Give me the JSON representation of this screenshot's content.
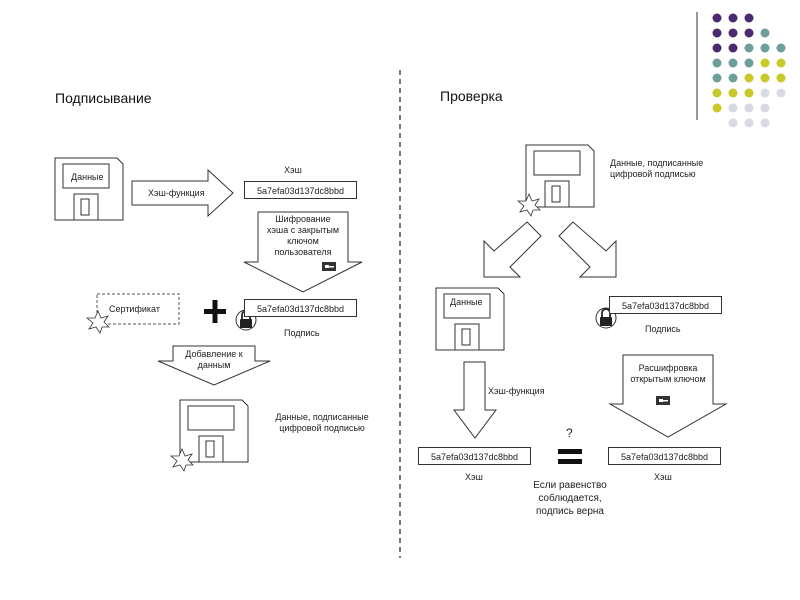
{
  "sections": {
    "signing_title": "Подписывание",
    "verify_title": "Проверка"
  },
  "signing": {
    "data_label": "Данные",
    "hash_function_label": "Хэш-функция",
    "hash_title": "Хэш",
    "hash_value": "5a7efa03d137dc8bbd",
    "encrypt_label_lines": [
      "Шифрование",
      "хэша с закрытым",
      "ключом",
      "пользователя"
    ],
    "certificate_label": "Сертификат",
    "signature_value": "5a7efa03d137dc8bbd",
    "signature_label": "Подпись",
    "append_label_lines": [
      "Добавление к",
      "данным"
    ],
    "signed_data_lines": [
      "Данные, подписанные",
      "цифровой подписью"
    ]
  },
  "verify": {
    "signed_data_lines": [
      "Данные, подписанные",
      "цифровой подписью"
    ],
    "data_label": "Данные",
    "signature_value": "5a7efa03d137dc8bbd",
    "signature_label": "Подпись",
    "hash_function_label": "Хэш-функция",
    "decrypt_label_lines": [
      "Расшифровка",
      "открытым ключом"
    ],
    "question_mark": "?",
    "left_hash_value": "5a7efa03d137dc8bbd",
    "left_hash_label": "Хэш",
    "right_hash_value": "5a7efa03d137dc8bbd",
    "right_hash_label": "Хэш",
    "conclusion_lines": [
      "Если равенство",
      "соблюдается,",
      "подпись верна"
    ]
  },
  "colors": {
    "dot_purple": "#4a2a6e",
    "dot_teal": "#6f9f9b",
    "dot_yellow": "#c9c92a",
    "dot_lavender": "#d9d9e6"
  }
}
